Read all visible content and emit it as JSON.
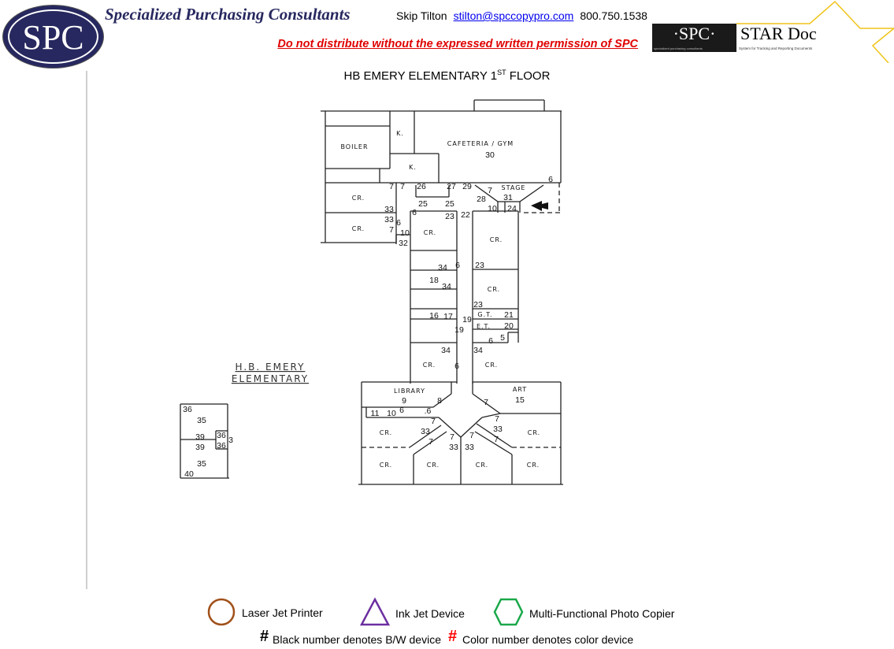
{
  "header": {
    "logo_text": "SPC",
    "company": "Specialized Purchasing Consultants",
    "contact_name": "Skip Tilton",
    "contact_email": "stilton@spccopypro.com",
    "contact_phone": "800.750.1538",
    "warning": "Do not distribute without the expressed written permission of SPC",
    "star_logo": {
      "spc": "·SPC·",
      "spc_sub": "specialized purchasing consultants",
      "title": "STAR Doc",
      "subtitle": "System for Tracking and Reporting Documents"
    }
  },
  "title": {
    "main": "HB EMERY ELEMENTARY 1",
    "sup": "ST",
    "suffix": " FLOOR"
  },
  "plan": {
    "handwritten_title": [
      "H.B. EMERY",
      "ELEMENTARY"
    ],
    "labels": [
      "BOILER",
      "K.",
      "K.",
      "CAFETERIA / GYM",
      "30",
      "CR.",
      "CR.",
      "7",
      "7",
      "26",
      "27",
      "29",
      "6",
      "STAGE",
      "7",
      "31",
      "28",
      "10",
      "24",
      "25",
      "25",
      "33",
      "33",
      "6",
      "23",
      "22",
      "7",
      "6",
      "10",
      "32",
      "CR.",
      "CR.",
      "34",
      "6",
      "23",
      "18",
      "34",
      "CR.",
      "23",
      "16",
      "17",
      "19",
      "19",
      "G.T.",
      "21",
      "E.T.",
      "20",
      "6",
      "5",
      "34",
      "34",
      "CR.",
      "6",
      "CR.",
      "LIBRARY",
      "9",
      "8",
      "ART",
      "15",
      "7",
      "11",
      "10",
      "6",
      ".6",
      "CR.",
      "7",
      "33",
      "7",
      "7",
      "33",
      "33",
      "7",
      "7",
      "33",
      "7",
      "CR.",
      "CR.",
      "CR.",
      "CR.",
      "CR.",
      "36",
      "35",
      "39",
      "39",
      "36",
      "36",
      "3",
      "35",
      "40"
    ]
  },
  "legend": {
    "items": [
      {
        "label": "Laser Jet Printer",
        "color": "#a0501a"
      },
      {
        "label": "Ink Jet Device",
        "color": "#6b2fa0"
      },
      {
        "label": "Multi-Functional Photo Copier",
        "color": "#1aa84a"
      }
    ],
    "bw_symbol": "#",
    "bw_note": "Black number denotes B/W device",
    "color_symbol": "#",
    "color_note": "Color number denotes color device",
    "color_symbol_color": "#ff0000"
  }
}
